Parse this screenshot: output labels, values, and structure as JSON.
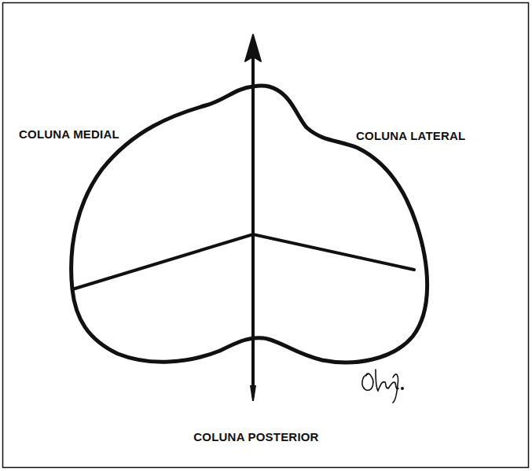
{
  "diagram": {
    "labels": [
      "COLUNA MEDIAL",
      "COLUNA LATERAL",
      "COLUNA POSTERIOR"
    ]
  }
}
